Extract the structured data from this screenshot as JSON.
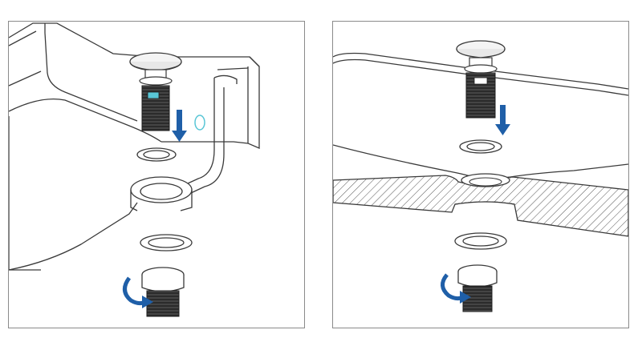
{
  "figure": {
    "panels": [
      {
        "id": "left",
        "description_icon": "pop-up-drain-installation-with-overflow",
        "parts": [
          "pop-up-plug",
          "upper-gasket",
          "drain-body-gasket",
          "lower-gasket",
          "bottom-nut"
        ],
        "arrows": [
          "down-arrow-blue",
          "rotate-arrow-blue"
        ]
      },
      {
        "id": "right",
        "description_icon": "pop-up-drain-installation-without-overflow",
        "parts": [
          "pop-up-plug",
          "upper-gasket",
          "lower-gasket",
          "bottom-nut"
        ],
        "arrows": [
          "down-arrow-blue",
          "rotate-arrow-blue"
        ]
      }
    ],
    "colors": {
      "line": "#3a3a3a",
      "arrow": "#1f5fa8",
      "accent": "#59c6d6",
      "thread": "#2b2b2b",
      "hatch": "#555555"
    }
  }
}
